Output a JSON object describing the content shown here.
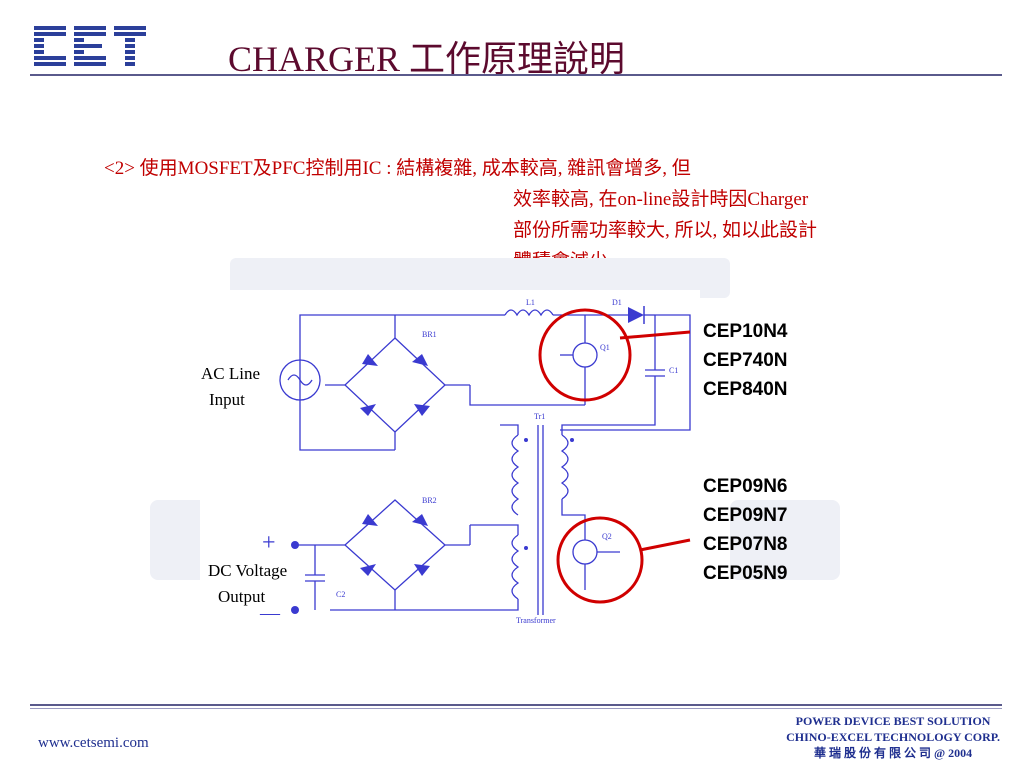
{
  "logo": {
    "text": "CET",
    "color": "#2b3f9a"
  },
  "title": "CHARGER 工作原理說明",
  "description": {
    "line1": "<2> 使用MOSFET及PFC控制用IC : 結構複雜, 成本較高, 雜訊會增多, 但",
    "line2": "效率較高, 在on-line設計時因Charger",
    "line3": "部份所需功率較大, 所以, 如以此設計",
    "line4": "體積會減少"
  },
  "schematic": {
    "input_label_1": "AC Line",
    "input_label_2": "Input",
    "output_label_1": "DC Voltage",
    "output_label_2": "Output",
    "plus_sign": "+",
    "minus_sign": "—",
    "components": {
      "br1": "BR1",
      "br2": "BR2",
      "l1": "L1",
      "d1": "D1",
      "q1": "Q1",
      "q2": "Q2",
      "c1": "C1",
      "c2": "C2",
      "tr1": "Tr1",
      "transformer": "Transformer"
    }
  },
  "mosfet_group_1": [
    "CEP10N4",
    "CEP740N",
    "CEP840N"
  ],
  "mosfet_group_2": [
    "CEP09N6",
    "CEP09N7",
    "CEP07N8",
    "CEP05N9"
  ],
  "footer": {
    "url": "www.cetsemi.com",
    "tagline": "POWER DEVICE BEST SOLUTION",
    "company": "CHINO-EXCEL TECHNOLOGY CORP.",
    "company_cn": "華 瑞 股 份 有 限 公 司 @ 2004"
  },
  "colors": {
    "title": "#5c0a2e",
    "text_red": "#c00000",
    "wire_blue": "#3a3ad0",
    "circle_red": "#d00000",
    "footer_blue": "#1f2f8f"
  }
}
